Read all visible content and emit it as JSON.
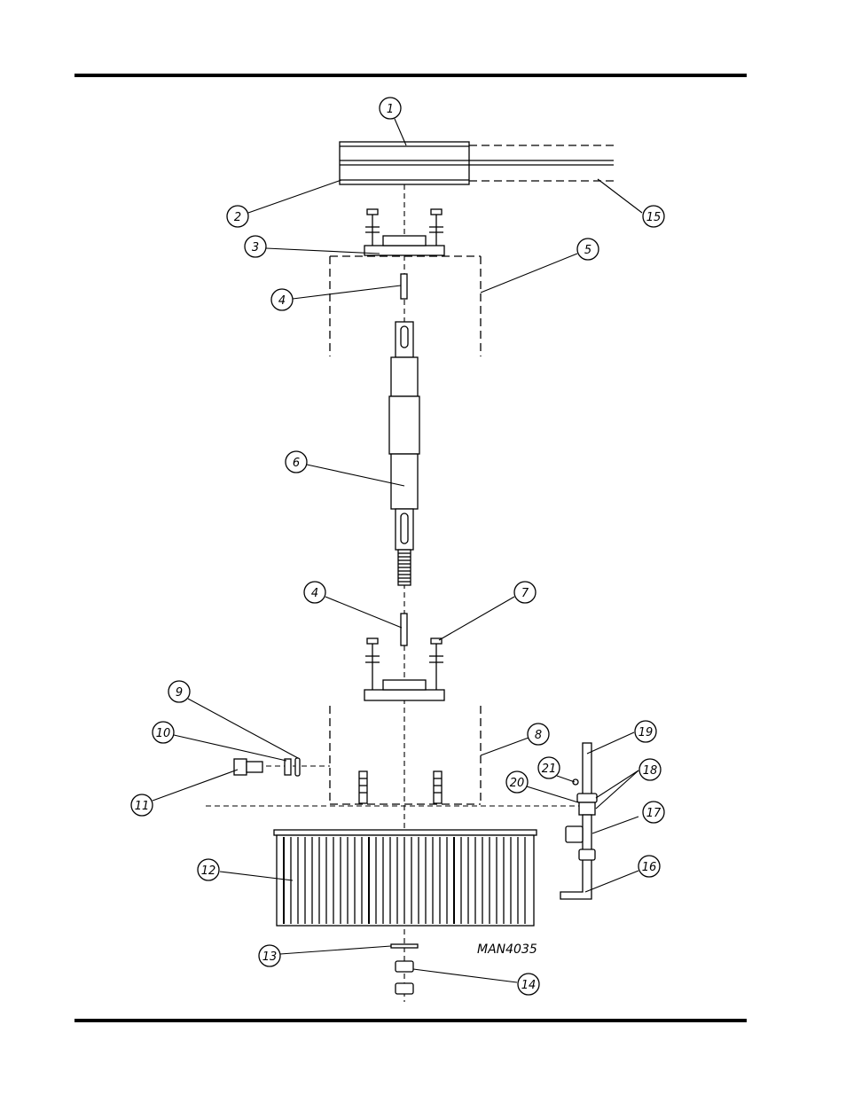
{
  "drawing_code": "MAN4035",
  "callouts": [
    {
      "num": "1"
    },
    {
      "num": "2"
    },
    {
      "num": "3"
    },
    {
      "num": "4"
    },
    {
      "num": "5"
    },
    {
      "num": "6"
    },
    {
      "num": "4"
    },
    {
      "num": "7"
    },
    {
      "num": "8"
    },
    {
      "num": "9"
    },
    {
      "num": "10"
    },
    {
      "num": "11"
    },
    {
      "num": "12"
    },
    {
      "num": "13"
    },
    {
      "num": "14"
    },
    {
      "num": "15"
    },
    {
      "num": "16"
    },
    {
      "num": "17"
    },
    {
      "num": "18"
    },
    {
      "num": "19"
    },
    {
      "num": "20"
    },
    {
      "num": "21"
    }
  ]
}
